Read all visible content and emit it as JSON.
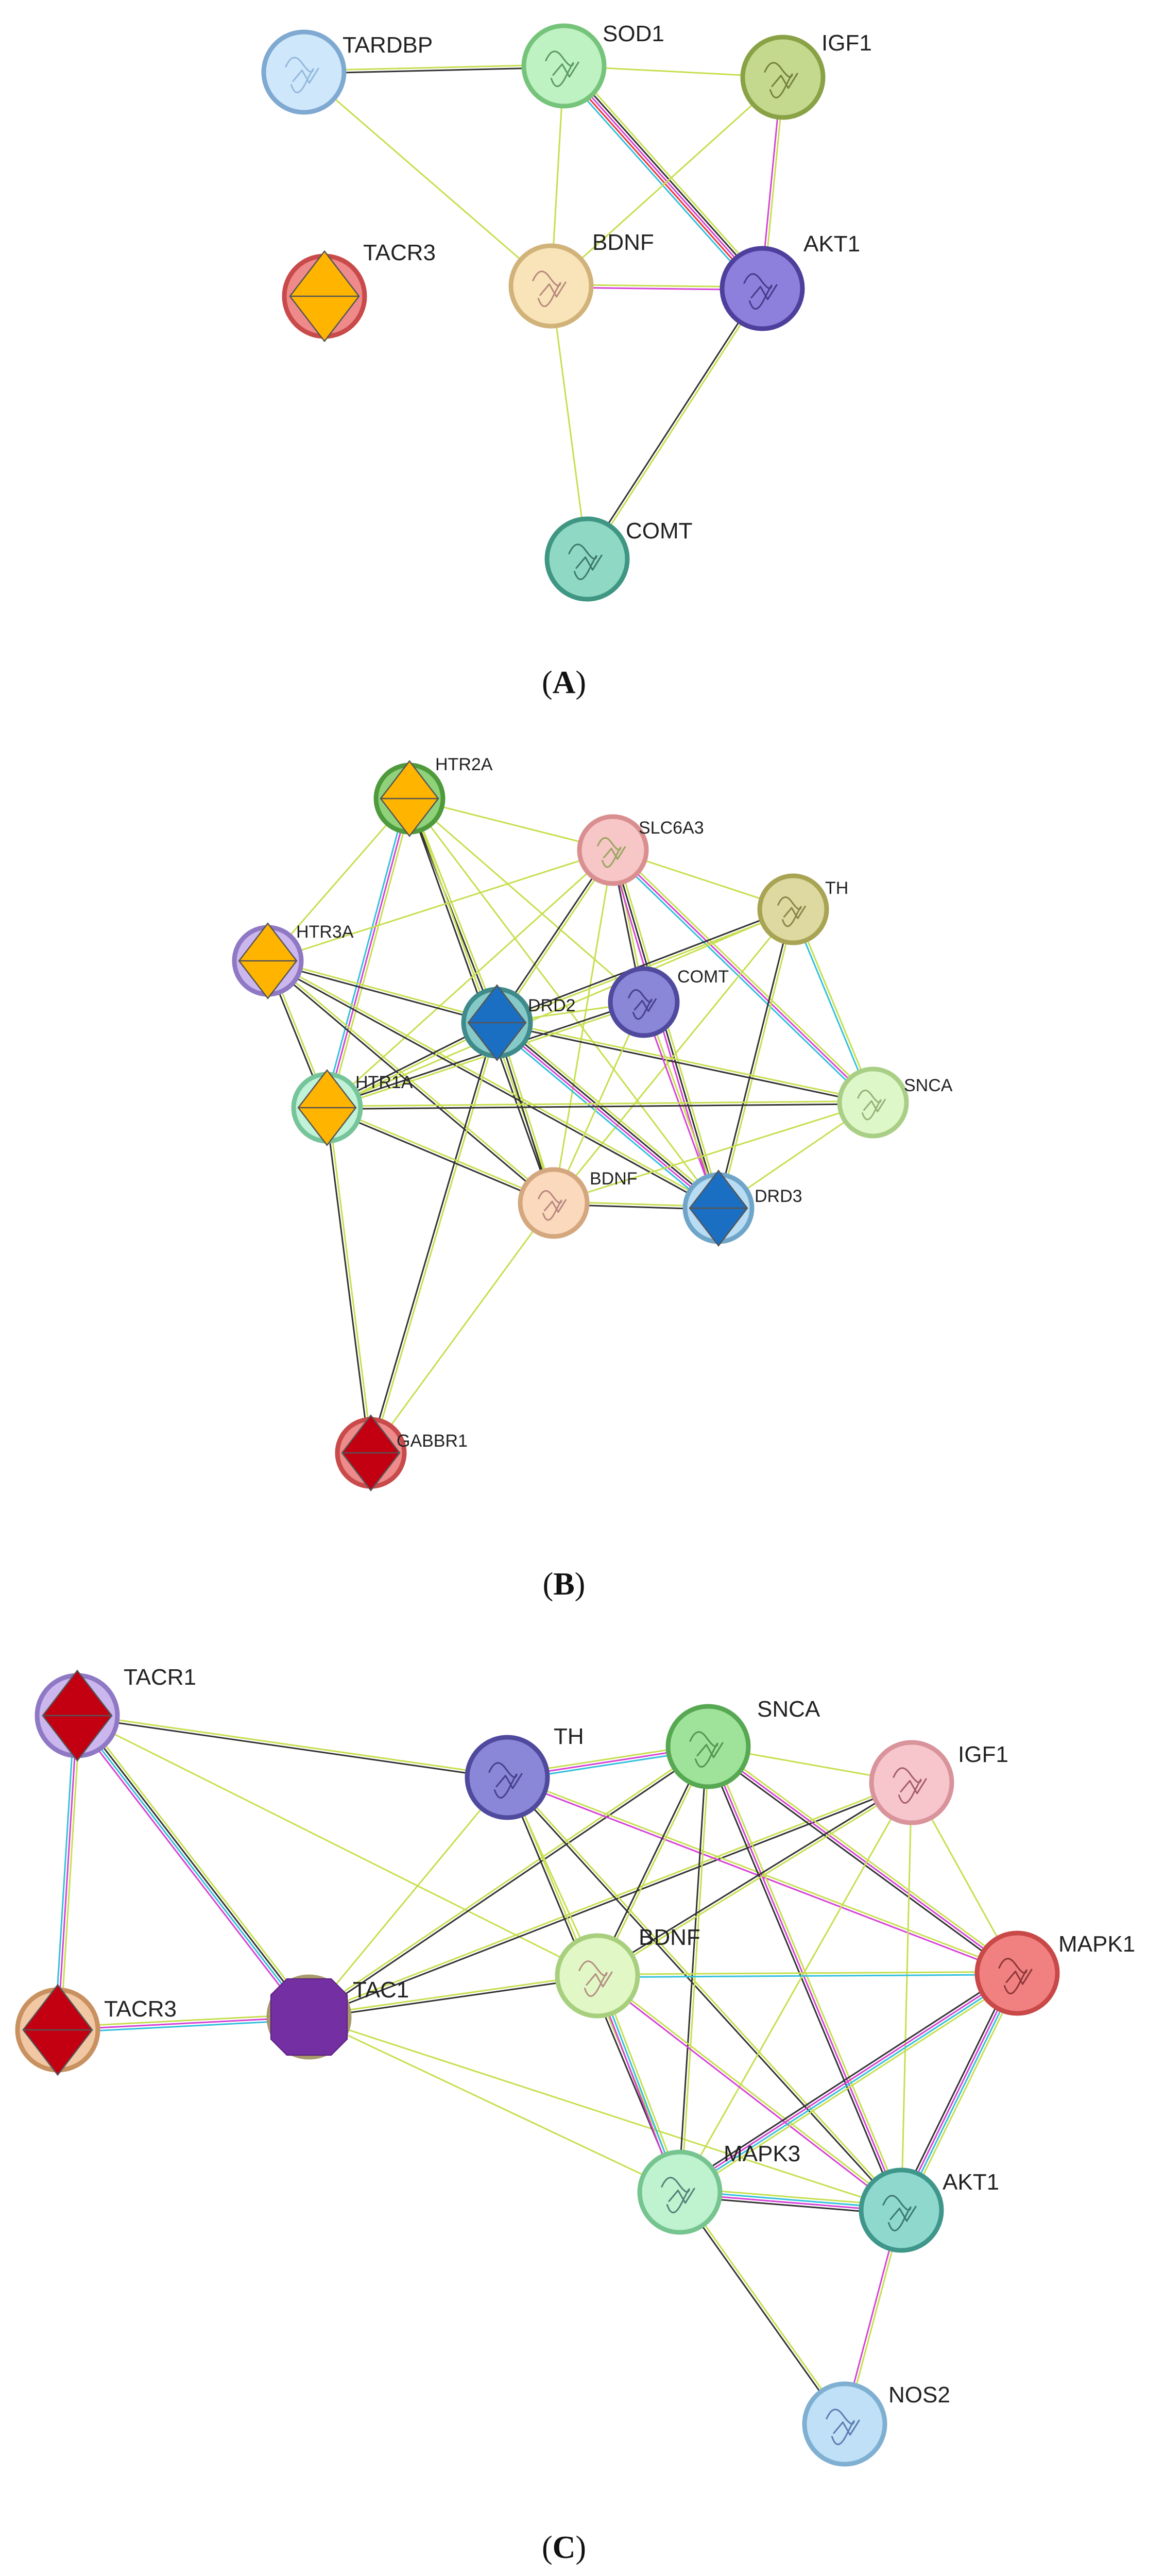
{
  "panels": [
    {
      "id": "A",
      "caption": {
        "open": "(",
        "letter": "A",
        "close": ")"
      },
      "nodes": [
        {
          "id": "TARDBP",
          "label": "TARDBP",
          "fill": "#cfe7fb",
          "ring": "#7fa9d1",
          "glyph": "#7fa9d1",
          "marker": "none"
        },
        {
          "id": "SOD1",
          "label": "SOD1",
          "fill": "#bff2c2",
          "ring": "#76c47b",
          "glyph": "#3a7a42",
          "marker": "none"
        },
        {
          "id": "IGF1",
          "label": "IGF1",
          "fill": "#c5d98e",
          "ring": "#8aa246",
          "glyph": "#55631f",
          "marker": "none"
        },
        {
          "id": "TACR3",
          "label": "TACR3",
          "fill": "#ef8a8a",
          "ring": "#c94a4a",
          "glyph": "none",
          "marker": "diamond-orange"
        },
        {
          "id": "BDNF",
          "label": "BDNF",
          "fill": "#f8e4b8",
          "ring": "#d1b37a",
          "glyph": "#a36b6b",
          "marker": "none"
        },
        {
          "id": "AKT1",
          "label": "AKT1",
          "fill": "#8c80dc",
          "ring": "#4d3f9b",
          "glyph": "#2e2470",
          "marker": "none"
        },
        {
          "id": "COMT",
          "label": "COMT",
          "fill": "#8fd8c4",
          "ring": "#3f9683",
          "glyph": "#1f5a4c",
          "marker": "none"
        }
      ],
      "edges": [
        {
          "source": "TARDBP",
          "target": "SOD1",
          "types": [
            "textmining",
            "coexpression"
          ]
        },
        {
          "source": "TARDBP",
          "target": "BDNF",
          "types": [
            "textmining"
          ]
        },
        {
          "source": "SOD1",
          "target": "IGF1",
          "types": [
            "textmining"
          ]
        },
        {
          "source": "SOD1",
          "target": "BDNF",
          "types": [
            "textmining"
          ]
        },
        {
          "source": "SOD1",
          "target": "AKT1",
          "types": [
            "textmining",
            "coexpression",
            "experiments",
            "fusion",
            "database"
          ]
        },
        {
          "source": "IGF1",
          "target": "BDNF",
          "types": [
            "textmining"
          ]
        },
        {
          "source": "IGF1",
          "target": "AKT1",
          "types": [
            "textmining",
            "experiments"
          ]
        },
        {
          "source": "BDNF",
          "target": "AKT1",
          "types": [
            "textmining",
            "experiments"
          ]
        },
        {
          "source": "BDNF",
          "target": "COMT",
          "types": [
            "textmining"
          ]
        },
        {
          "source": "AKT1",
          "target": "COMT",
          "types": [
            "textmining",
            "coexpression"
          ]
        }
      ]
    },
    {
      "id": "B",
      "caption": {
        "open": "(",
        "letter": "B",
        "close": ")"
      },
      "nodes": [
        {
          "id": "HTR2A",
          "label": "HTR2A",
          "fill": "#8fd27a",
          "ring": "#4f9a3c",
          "glyph": "none",
          "marker": "diamond-orange"
        },
        {
          "id": "SLC6A3",
          "label": "SLC6A3",
          "fill": "#f7c6c6",
          "ring": "#d98f8f",
          "glyph": "#7a9a3c",
          "marker": "none"
        },
        {
          "id": "TH",
          "label": "TH",
          "fill": "#ddd9a0",
          "ring": "#a8a454",
          "glyph": "#6e6a2c",
          "marker": "none"
        },
        {
          "id": "HTR3A",
          "label": "HTR3A",
          "fill": "#cbb7ee",
          "ring": "#8f78c4",
          "glyph": "none",
          "marker": "diamond-orange"
        },
        {
          "id": "DRD2",
          "label": "DRD2",
          "fill": "#86c9c9",
          "ring": "#3f8a8a",
          "glyph": "none",
          "marker": "diamond-blue"
        },
        {
          "id": "COMT",
          "label": "COMT",
          "fill": "#8a86d8",
          "ring": "#4f4a9e",
          "glyph": "#2e2a70",
          "marker": "none"
        },
        {
          "id": "HTR1A",
          "label": "HTR1A",
          "fill": "#bff2d6",
          "ring": "#76c49a",
          "glyph": "none",
          "marker": "diamond-orange"
        },
        {
          "id": "SNCA",
          "label": "SNCA",
          "fill": "#def7c8",
          "ring": "#a9cf86",
          "glyph": "#7f9a5c",
          "marker": "none"
        },
        {
          "id": "BDNF",
          "label": "BDNF",
          "fill": "#fbd9bd",
          "ring": "#d4a77f",
          "glyph": "#a36b6b",
          "marker": "none"
        },
        {
          "id": "DRD3",
          "label": "DRD3",
          "fill": "#b7dcf4",
          "ring": "#6fa5c9",
          "glyph": "none",
          "marker": "diamond-blue"
        },
        {
          "id": "GABBR1",
          "label": "GABBR1",
          "fill": "#ef8a8a",
          "ring": "#c94a4a",
          "glyph": "none",
          "marker": "diamond-red"
        }
      ],
      "edges": [
        {
          "source": "HTR2A",
          "target": "SLC6A3",
          "types": [
            "textmining"
          ]
        },
        {
          "source": "HTR2A",
          "target": "HTR3A",
          "types": [
            "textmining"
          ]
        },
        {
          "source": "HTR2A",
          "target": "DRD2",
          "types": [
            "textmining",
            "coexpression"
          ]
        },
        {
          "source": "HTR2A",
          "target": "HTR1A",
          "types": [
            "textmining",
            "experiments",
            "database"
          ]
        },
        {
          "source": "HTR2A",
          "target": "BDNF",
          "types": [
            "textmining",
            "coexpression"
          ]
        },
        {
          "source": "HTR2A",
          "target": "COMT",
          "types": [
            "textmining"
          ]
        },
        {
          "source": "HTR2A",
          "target": "DRD3",
          "types": [
            "textmining"
          ]
        },
        {
          "source": "SLC6A3",
          "target": "TH",
          "types": [
            "textmining"
          ]
        },
        {
          "source": "SLC6A3",
          "target": "HTR3A",
          "types": [
            "textmining"
          ]
        },
        {
          "source": "SLC6A3",
          "target": "DRD2",
          "types": [
            "textmining",
            "coexpression"
          ]
        },
        {
          "source": "SLC6A3",
          "target": "COMT",
          "types": [
            "textmining",
            "coexpression"
          ]
        },
        {
          "source": "SLC6A3",
          "target": "HTR1A",
          "types": [
            "textmining"
          ]
        },
        {
          "source": "SLC6A3",
          "target": "SNCA",
          "types": [
            "textmining",
            "experiments",
            "database"
          ]
        },
        {
          "source": "SLC6A3",
          "target": "BDNF",
          "types": [
            "textmining"
          ]
        },
        {
          "source": "SLC6A3",
          "target": "DRD3",
          "types": [
            "textmining",
            "coexpression",
            "experiments"
          ]
        },
        {
          "source": "TH",
          "target": "SNCA",
          "types": [
            "textmining",
            "database"
          ]
        },
        {
          "source": "TH",
          "target": "DRD2",
          "types": [
            "textmining",
            "coexpression"
          ]
        },
        {
          "source": "TH",
          "target": "DRD3",
          "types": [
            "textmining",
            "coexpression"
          ]
        },
        {
          "source": "TH",
          "target": "BDNF",
          "types": [
            "textmining"
          ]
        },
        {
          "source": "TH",
          "target": "HTR1A",
          "types": [
            "textmining"
          ]
        },
        {
          "source": "HTR3A",
          "target": "DRD2",
          "types": [
            "textmining",
            "coexpression"
          ]
        },
        {
          "source": "HTR3A",
          "target": "HTR1A",
          "types": [
            "textmining",
            "coexpression"
          ]
        },
        {
          "source": "HTR3A",
          "target": "BDNF",
          "types": [
            "textmining",
            "coexpression"
          ]
        },
        {
          "source": "HTR3A",
          "target": "DRD3",
          "types": [
            "textmining",
            "coexpression"
          ]
        },
        {
          "source": "DRD2",
          "target": "COMT",
          "types": [
            "textmining"
          ]
        },
        {
          "source": "DRD2",
          "target": "HTR1A",
          "types": [
            "textmining",
            "coexpression"
          ]
        },
        {
          "source": "DRD2",
          "target": "SNCA",
          "types": [
            "textmining",
            "coexpression"
          ]
        },
        {
          "source": "DRD2",
          "target": "BDNF",
          "types": [
            "textmining",
            "coexpression"
          ]
        },
        {
          "source": "DRD2",
          "target": "DRD3",
          "types": [
            "textmining",
            "coexpression",
            "experiments",
            "database"
          ]
        },
        {
          "source": "DRD2",
          "target": "GABBR1",
          "types": [
            "textmining",
            "coexpression"
          ]
        },
        {
          "source": "COMT",
          "target": "HTR1A",
          "types": [
            "textmining",
            "coexpression"
          ]
        },
        {
          "source": "COMT",
          "target": "BDNF",
          "types": [
            "textmining"
          ]
        },
        {
          "source": "COMT",
          "target": "DRD3",
          "types": [
            "textmining",
            "experiments"
          ]
        },
        {
          "source": "HTR1A",
          "target": "SNCA",
          "types": [
            "textmining",
            "coexpression"
          ]
        },
        {
          "source": "HTR1A",
          "target": "BDNF",
          "types": [
            "textmining",
            "coexpression"
          ]
        },
        {
          "source": "HTR1A",
          "target": "GABBR1",
          "types": [
            "textmining",
            "coexpression"
          ]
        },
        {
          "source": "SNCA",
          "target": "BDNF",
          "types": [
            "textmining"
          ]
        },
        {
          "source": "SNCA",
          "target": "DRD3",
          "types": [
            "textmining"
          ]
        },
        {
          "source": "BDNF",
          "target": "DRD3",
          "types": [
            "textmining",
            "coexpression"
          ]
        },
        {
          "source": "BDNF",
          "target": "GABBR1",
          "types": [
            "textmining"
          ]
        }
      ]
    },
    {
      "id": "C",
      "caption": {
        "open": "(",
        "letter": "C",
        "close": ")"
      },
      "nodes": [
        {
          "id": "TACR1",
          "label": "TACR1",
          "fill": "#cbb7ee",
          "ring": "#8f78c4",
          "glyph": "none",
          "marker": "diamond-red"
        },
        {
          "id": "TACR3",
          "label": "TACR3",
          "fill": "#f2c8a4",
          "ring": "#c99160",
          "glyph": "none",
          "marker": "diamond-red"
        },
        {
          "id": "TAC1",
          "label": "TAC1",
          "fill": "#d8cfa8",
          "ring": "#a89a6a",
          "glyph": "none",
          "marker": "octagon-purple"
        },
        {
          "id": "TH",
          "label": "TH",
          "fill": "#8a86d8",
          "ring": "#4f4a9e",
          "glyph": "#2e2a70",
          "marker": "none"
        },
        {
          "id": "SNCA",
          "label": "SNCA",
          "fill": "#9fe39a",
          "ring": "#57a852",
          "glyph": "#3a7a36",
          "marker": "none"
        },
        {
          "id": "IGF1",
          "label": "IGF1",
          "fill": "#f7c6cc",
          "ring": "#d9939b",
          "glyph": "#8a3a48",
          "marker": "none"
        },
        {
          "id": "BDNF",
          "label": "BDNF",
          "fill": "#e2f7c6",
          "ring": "#a8cf7e",
          "glyph": "#a36b6b",
          "marker": "none"
        },
        {
          "id": "MAPK1",
          "label": "MAPK1",
          "fill": "#f18080",
          "ring": "#c94848",
          "glyph": "#6a1f1f",
          "marker": "none"
        },
        {
          "id": "MAPK3",
          "label": "MAPK3",
          "fill": "#bff2cf",
          "ring": "#76c48f",
          "glyph": "#2f5a5a",
          "marker": "none"
        },
        {
          "id": "AKT1",
          "label": "AKT1",
          "fill": "#8fd8cd",
          "ring": "#3f968a",
          "glyph": "#1f5a52",
          "marker": "none"
        },
        {
          "id": "NOS2",
          "label": "NOS2",
          "fill": "#bfe0f7",
          "ring": "#7fb0d1",
          "glyph": "#3a5a9a",
          "marker": "none"
        }
      ],
      "edges": [
        {
          "source": "TACR1",
          "target": "TACR3",
          "types": [
            "textmining",
            "experiments",
            "database"
          ]
        },
        {
          "source": "TACR1",
          "target": "TAC1",
          "types": [
            "textmining",
            "coexpression",
            "database",
            "experiments"
          ]
        },
        {
          "source": "TACR1",
          "target": "TH",
          "types": [
            "textmining",
            "coexpression"
          ]
        },
        {
          "source": "TACR1",
          "target": "BDNF",
          "types": [
            "textmining"
          ]
        },
        {
          "source": "TACR3",
          "target": "TAC1",
          "types": [
            "textmining",
            "experiments",
            "database"
          ]
        },
        {
          "source": "TAC1",
          "target": "TH",
          "types": [
            "textmining"
          ]
        },
        {
          "source": "TAC1",
          "target": "SNCA",
          "types": [
            "textmining",
            "coexpression"
          ]
        },
        {
          "source": "TAC1",
          "target": "BDNF",
          "types": [
            "textmining",
            "coexpression"
          ]
        },
        {
          "source": "TAC1",
          "target": "MAPK3",
          "types": [
            "textmining"
          ]
        },
        {
          "source": "TAC1",
          "target": "AKT1",
          "types": [
            "textmining"
          ]
        },
        {
          "source": "TAC1",
          "target": "IGF1",
          "types": [
            "textmining",
            "coexpression"
          ]
        },
        {
          "source": "TH",
          "target": "SNCA",
          "types": [
            "textmining",
            "experiments",
            "database"
          ]
        },
        {
          "source": "TH",
          "target": "BDNF",
          "types": [
            "textmining"
          ]
        },
        {
          "source": "TH",
          "target": "MAPK3",
          "types": [
            "textmining",
            "coexpression"
          ]
        },
        {
          "source": "TH",
          "target": "AKT1",
          "types": [
            "textmining",
            "coexpression"
          ]
        },
        {
          "source": "TH",
          "target": "MAPK1",
          "types": [
            "textmining",
            "experiments"
          ]
        },
        {
          "source": "SNCA",
          "target": "IGF1",
          "types": [
            "textmining"
          ]
        },
        {
          "source": "SNCA",
          "target": "BDNF",
          "types": [
            "textmining",
            "coexpression"
          ]
        },
        {
          "source": "SNCA",
          "target": "MAPK1",
          "types": [
            "textmining",
            "experiments",
            "coexpression"
          ]
        },
        {
          "source": "SNCA",
          "target": "MAPK3",
          "types": [
            "textmining",
            "coexpression"
          ]
        },
        {
          "source": "SNCA",
          "target": "AKT1",
          "types": [
            "textmining",
            "experiments",
            "coexpression"
          ]
        },
        {
          "source": "IGF1",
          "target": "BDNF",
          "types": [
            "textmining",
            "coexpression"
          ]
        },
        {
          "source": "IGF1",
          "target": "MAPK1",
          "types": [
            "textmining"
          ]
        },
        {
          "source": "IGF1",
          "target": "MAPK3",
          "types": [
            "textmining"
          ]
        },
        {
          "source": "IGF1",
          "target": "AKT1",
          "types": [
            "textmining"
          ]
        },
        {
          "source": "BDNF",
          "target": "MAPK1",
          "types": [
            "textmining",
            "database"
          ]
        },
        {
          "source": "BDNF",
          "target": "MAPK3",
          "types": [
            "textmining",
            "database",
            "experiments"
          ]
        },
        {
          "source": "BDNF",
          "target": "AKT1",
          "types": [
            "textmining",
            "experiments"
          ]
        },
        {
          "source": "MAPK1",
          "target": "MAPK3",
          "types": [
            "textmining",
            "database",
            "experiments",
            "coexpression"
          ]
        },
        {
          "source": "MAPK1",
          "target": "AKT1",
          "types": [
            "textmining",
            "database",
            "experiments",
            "coexpression"
          ]
        },
        {
          "source": "MAPK3",
          "target": "AKT1",
          "types": [
            "textmining",
            "database",
            "experiments",
            "coexpression"
          ]
        },
        {
          "source": "MAPK3",
          "target": "NOS2",
          "types": [
            "textmining",
            "coexpression"
          ]
        },
        {
          "source": "AKT1",
          "target": "NOS2",
          "types": [
            "textmining",
            "experiments"
          ]
        }
      ]
    }
  ],
  "edge_colors": {
    "textmining": "#c6df4e",
    "coexpression": "#333333",
    "experiments": "#d742d7",
    "database": "#32c1dd",
    "fusion": "#e8363a",
    "neighborhood": "#4848d9"
  }
}
